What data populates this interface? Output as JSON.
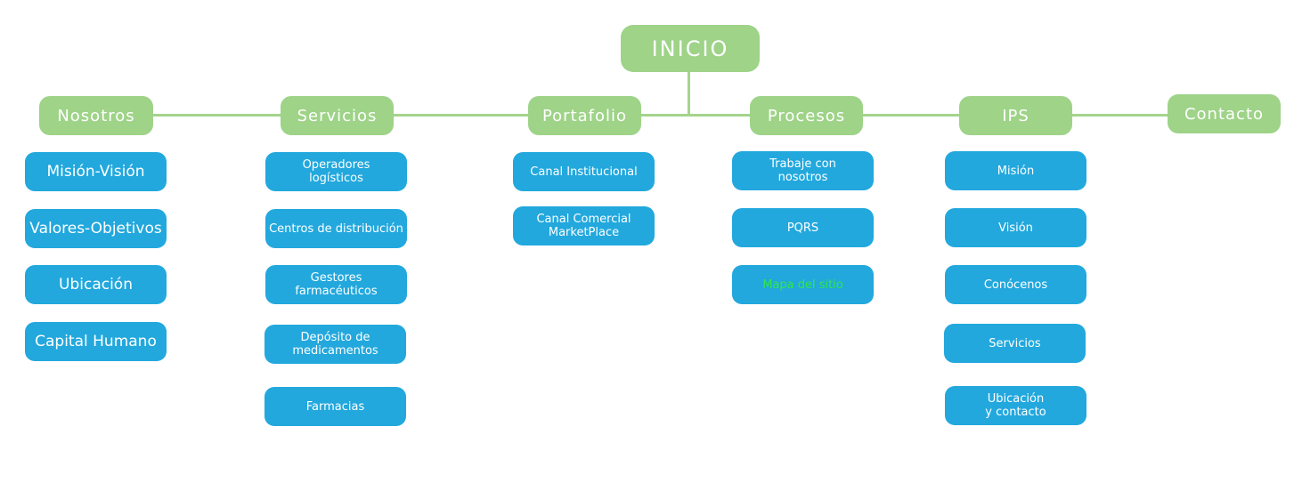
{
  "root": {
    "label": "INICIO"
  },
  "nav": {
    "nosotros": "Nosotros",
    "servicios": "Servicios",
    "portafolio": "Portafolio",
    "procesos": "Procesos",
    "ips": "IPS",
    "contacto": "Contacto"
  },
  "nosotros_items": [
    "Misión-Visión",
    "Valores-Objetivos",
    "Ubicación",
    "Capital Humano"
  ],
  "servicios_items": [
    "Operadores\nlogísticos",
    "Centros de distribución",
    "Gestores farmacéuticos",
    "Depósito de\nmedicamentos",
    "Farmacias"
  ],
  "portafolio_items": [
    "Canal Institucional",
    "Canal Comercial\nMarketPlace"
  ],
  "procesos_items": [
    "Trabaje con\nnosotros",
    "PQRS",
    "Mapa del sitio"
  ],
  "ips_items": [
    "Misión",
    "Visión",
    "Conócenos",
    "Servicios",
    "Ubicación\ny contacto"
  ],
  "colors": {
    "header_green": "#9ed388",
    "connector_green": "#a4d48c",
    "item_blue": "#22a8dd",
    "highlight_text_green": "#2ee84a",
    "text_white": "#ffffff"
  }
}
